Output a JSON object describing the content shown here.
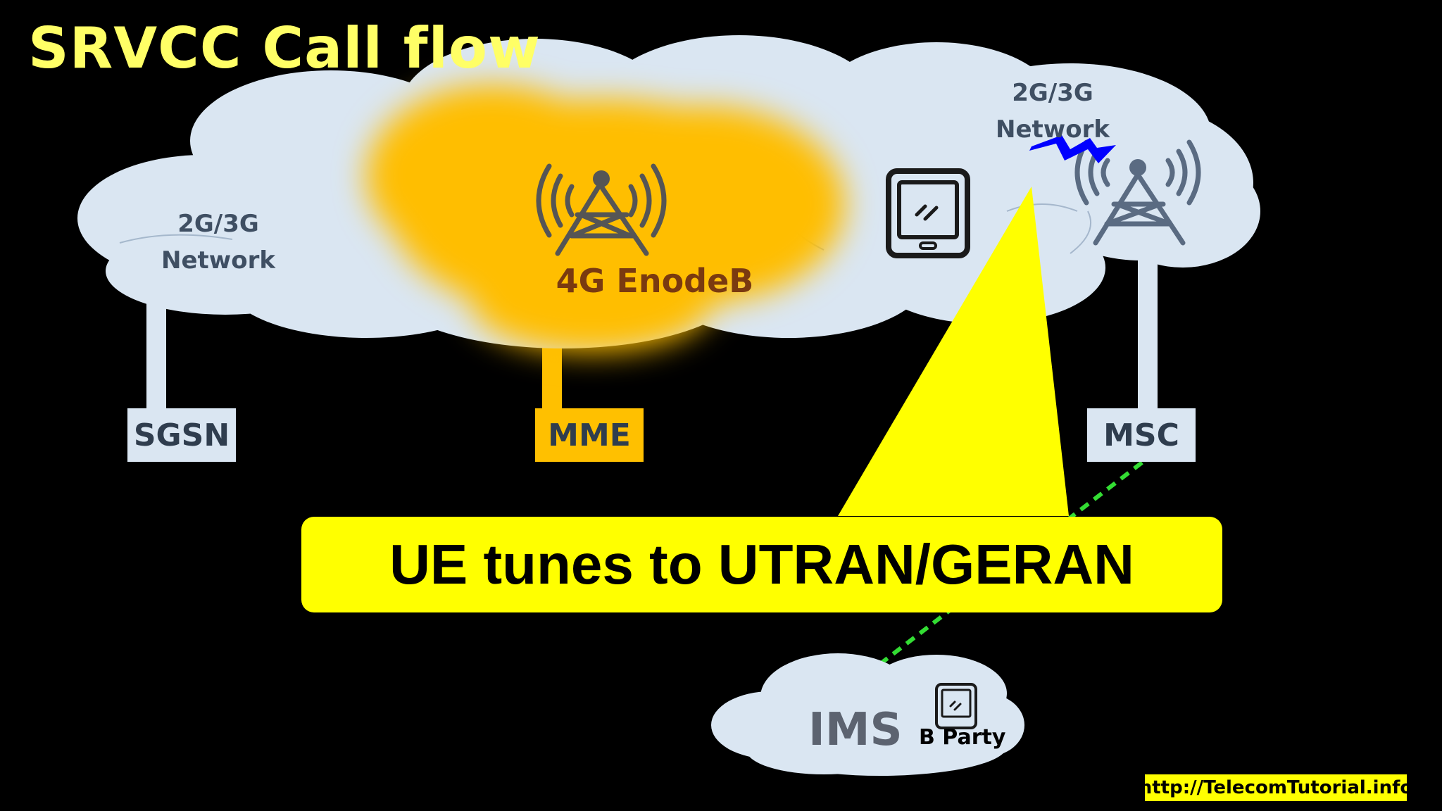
{
  "title": "SRVCC Call flow",
  "left_cloud": {
    "line1": "2G/3G",
    "line2": "Network"
  },
  "right_cloud": {
    "line1": "2G/3G",
    "line2": "Network"
  },
  "enodeb_label": "4G EnodeB",
  "nodes": {
    "sgsn": "SGSN",
    "mme": "MME",
    "msc": "MSC"
  },
  "callout": "UE tunes to UTRAN/GERAN",
  "ims": {
    "label": "IMS",
    "party": "B Party"
  },
  "url": "http://TelecomTutorial.info",
  "colors": {
    "background": "#000000",
    "title": "#FFFF66",
    "cloud": "#DAE6F2",
    "lte_glow": "#FFBE00",
    "node_box": "#DAE6F2",
    "mme_box": "#FFC000",
    "enodeb_text": "#7A3A10",
    "callout": "#FFFF00",
    "radio_link": "#0000FF",
    "ims_link": "#33DD33"
  }
}
